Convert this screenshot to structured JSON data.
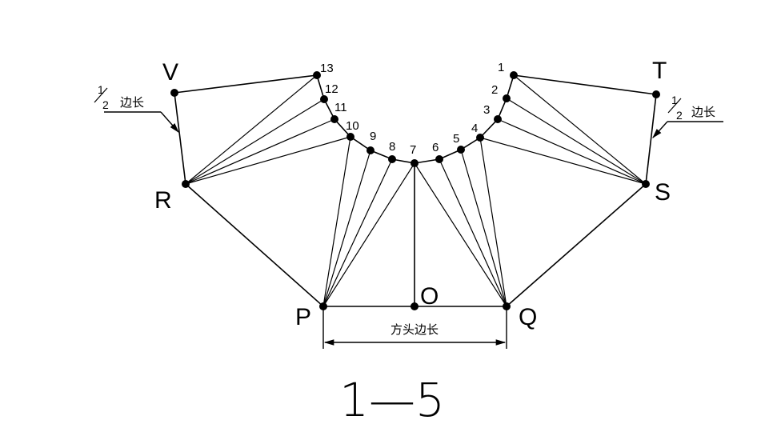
{
  "figure_label": "1—5",
  "vertex_labels": {
    "P": "P",
    "Q": "Q",
    "O": "O",
    "R": "R",
    "S": "S",
    "T": "T",
    "V": "V"
  },
  "arc_point_labels": [
    "1",
    "2",
    "3",
    "4",
    "5",
    "6",
    "7",
    "8",
    "9",
    "10",
    "11",
    "12",
    "13"
  ],
  "half_side_label": {
    "fraction_numerator": "1",
    "fraction_denominator": "2",
    "text": "边长"
  },
  "dimension_label": "方头边长",
  "colors": {
    "ink": "#000000",
    "background": "#ffffff"
  }
}
